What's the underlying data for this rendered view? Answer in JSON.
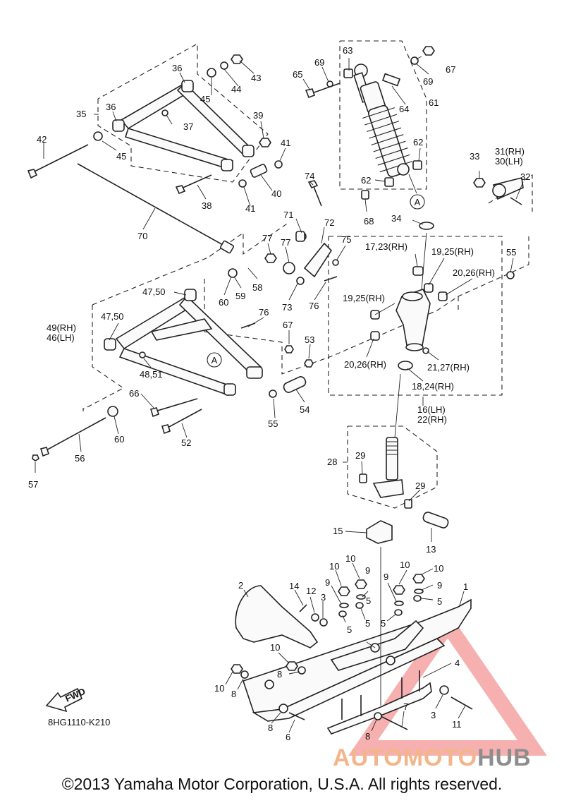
{
  "diagram": {
    "drawing_code": "8HG1110-K210",
    "fwd_label": "FWD",
    "callout_a": "A",
    "copyright": "©2013 Yamaha Motor Corporation, U.S.A. All rights reserved.",
    "watermark": {
      "part1": "AUTOMOTO",
      "part2": "HUB",
      "color1": "#f3b58a",
      "color2": "#8d8d8d",
      "triangle_color": "#ee6f6f"
    },
    "labels": {
      "l1": "1",
      "l2": "2",
      "l3a": "3",
      "l3b": "3",
      "l4": "4",
      "l5a": "5",
      "l5b": "5",
      "l5c": "5",
      "l5d": "5",
      "l5e": "5",
      "l6": "6",
      "l7": "7",
      "l8a": "8",
      "l8b": "8",
      "l8c": "8",
      "l8d": "8",
      "l9a": "9",
      "l9b": "9",
      "l9c": "9",
      "l9d": "9",
      "l10a": "10",
      "l10b": "10",
      "l10c": "10",
      "l10d": "10",
      "l10e": "10",
      "l10f": "10",
      "l11": "11",
      "l12": "12",
      "l13": "13",
      "l14": "14",
      "l15": "15",
      "l16": "16(LH)",
      "l22": "22(RH)",
      "l17": "17,23(RH)",
      "l18": "18,24(RH)",
      "l19a": "19,25(RH)",
      "l19b": "19,25(RH)",
      "l20a": "20,26(RH)",
      "l20b": "20,26(RH)",
      "l21": "21,27(RH)",
      "l28": "28",
      "l29a": "29",
      "l29b": "29",
      "l30": "30(LH)",
      "l31": "31(RH)",
      "l32": "32",
      "l33": "33",
      "l34": "34",
      "l35": "35",
      "l36a": "36",
      "l36b": "36",
      "l37": "37",
      "l38": "38",
      "l39": "39",
      "l40": "40",
      "l41a": "41",
      "l41b": "41",
      "l42": "42",
      "l43": "43",
      "l44": "44",
      "l45a": "45",
      "l45b": "45",
      "l46": "46(LH)",
      "l49": "49(RH)",
      "l47a": "47,50",
      "l47b": "47,50",
      "l48": "48,51",
      "l52": "52",
      "l53": "53",
      "l54": "54",
      "l55a": "55",
      "l55b": "55",
      "l56": "56",
      "l57": "57",
      "l58": "58",
      "l59": "59",
      "l60a": "60",
      "l60b": "60",
      "l61": "61",
      "l62a": "62",
      "l62b": "62",
      "l63": "63",
      "l64": "64",
      "l65": "65",
      "l66": "66",
      "l67a": "67",
      "l67b": "67",
      "l68": "68",
      "l69a": "69",
      "l69b": "69",
      "l70": "70",
      "l71": "71",
      "l72": "72",
      "l73": "73",
      "l74": "74",
      "l75": "75",
      "l76a": "76",
      "l76b": "76",
      "l77a": "77",
      "l77b": "77"
    }
  }
}
